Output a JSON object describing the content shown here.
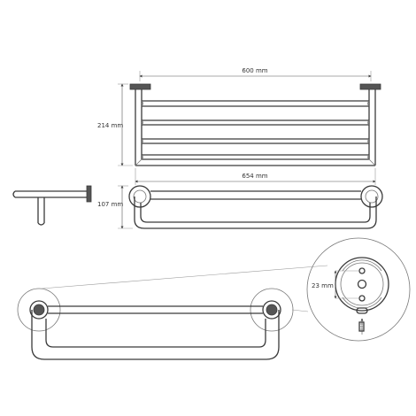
{
  "dimensions": {
    "width_top": "600 mm",
    "height_front": "214 mm",
    "width_overall": "654 mm",
    "depth_side": "107 mm",
    "detail_spacing": "23 mm"
  }
}
